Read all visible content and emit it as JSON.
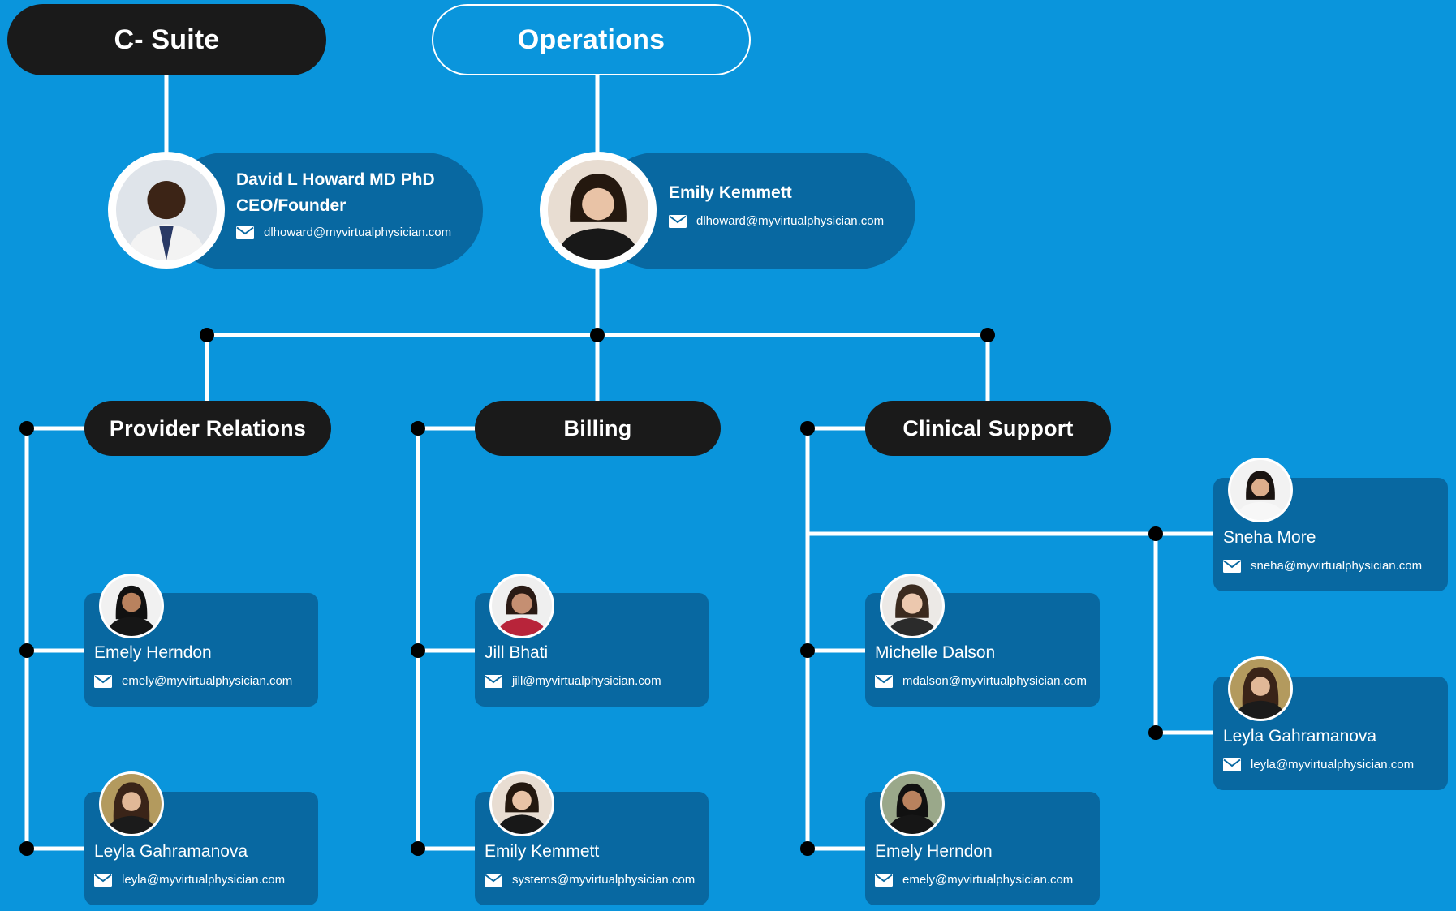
{
  "colors": {
    "background": "#0a95dc",
    "card": "#0868a1",
    "dark_pill": "#1a1a1a",
    "line": "#ffffff",
    "node": "#000000"
  },
  "departments": {
    "csuite": "C- Suite",
    "operations": "Operations",
    "provider_relations": "Provider Relations",
    "billing": "Billing",
    "clinical_support": "Clinical Support"
  },
  "people": {
    "ceo": {
      "name": "David L Howard MD PhD",
      "title": "CEO/Founder",
      "email": "dlhoward@myvirtualphysician.com",
      "icon": "mail-icon"
    },
    "ops_head": {
      "name": "Emily Kemmett",
      "email": "dlhoward@myvirtualphysician.com",
      "icon": "mail-icon"
    },
    "pr_1": {
      "name": "Emely Herndon",
      "email": "emely@myvirtualphysician.com",
      "icon": "mail-icon"
    },
    "pr_2": {
      "name": "Leyla Gahramanova",
      "email": "leyla@myvirtualphysician.com",
      "icon": "mail-icon"
    },
    "billing_1": {
      "name": "Jill Bhati",
      "email": "jill@myvirtualphysician.com",
      "icon": "mail-icon"
    },
    "billing_2": {
      "name": "Emily Kemmett",
      "email": "systems@myvirtualphysician.com",
      "icon": "mail-icon"
    },
    "cs_1": {
      "name": "Michelle Dalson",
      "email": "mdalson@myvirtualphysician.com",
      "icon": "mail-icon"
    },
    "cs_2": {
      "name": "Emely Herndon",
      "email": "emely@myvirtualphysician.com",
      "icon": "mail-icon"
    },
    "cs_sub_1": {
      "name": "Sneha More",
      "email": "sneha@myvirtualphysician.com",
      "icon": "mail-icon"
    },
    "cs_sub_2": {
      "name": "Leyla Gahramanova",
      "email": "leyla@myvirtualphysician.com",
      "icon": "mail-icon"
    }
  }
}
